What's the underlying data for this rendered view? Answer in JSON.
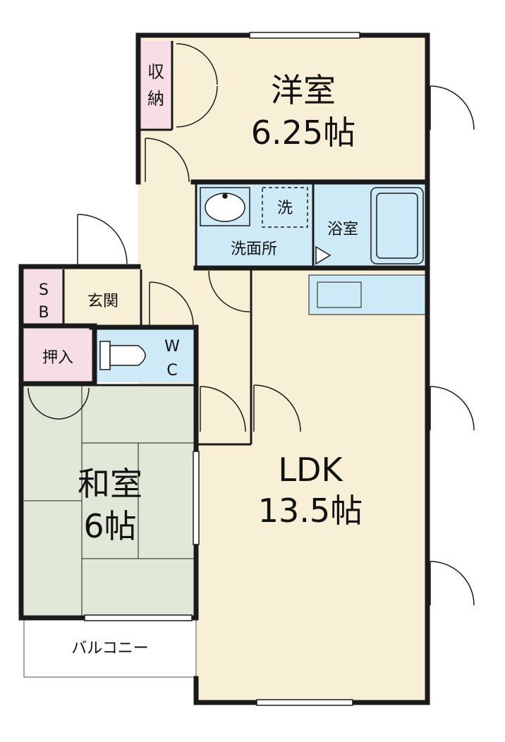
{
  "rooms": {
    "western": {
      "name": "洋室",
      "size": "6.25帖"
    },
    "storage": {
      "label_line1": "収",
      "label_line2": "納"
    },
    "washroom": {
      "name": "洗面所",
      "washer": "洗"
    },
    "bath": {
      "name": "浴室"
    },
    "entrance": {
      "name": "玄関"
    },
    "sb": {
      "line1": "S",
      "line2": "B"
    },
    "closet": {
      "name": "押入"
    },
    "wc": {
      "line1": "W",
      "line2": "C"
    },
    "japanese": {
      "name": "和室",
      "size": "6帖"
    },
    "ldk": {
      "name": "LDK",
      "size": "13.5帖"
    },
    "balcony": {
      "name": "バルコニー"
    }
  },
  "colors": {
    "wall": "#1a1a1a",
    "western_floor": "#f8f0d6",
    "ldk_floor": "#f8f0d6",
    "wet_area": "#cdeaf6",
    "storage": "#f7dde6",
    "tatami": "#e2e8d8",
    "balcony": "#ffffff"
  }
}
